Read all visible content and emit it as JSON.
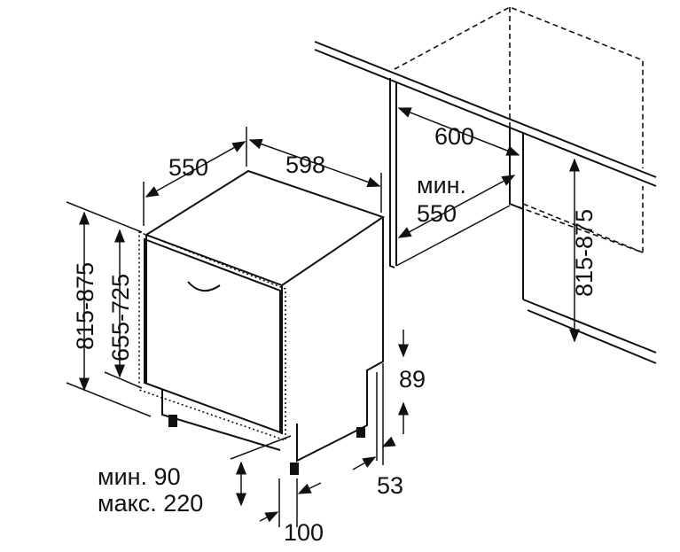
{
  "diagram": {
    "dim_depth": "550",
    "dim_width": "598",
    "niche_width": "600",
    "niche_depth_prefix": "мин.",
    "niche_depth": "550",
    "niche_height": "815-875",
    "total_height": "815-875",
    "body_height": "655-725",
    "plinth_top": "89",
    "plinth_side": "53",
    "plinth_min": "мин. 90",
    "plinth_max": "макс. 220",
    "plinth_depth": "100"
  }
}
